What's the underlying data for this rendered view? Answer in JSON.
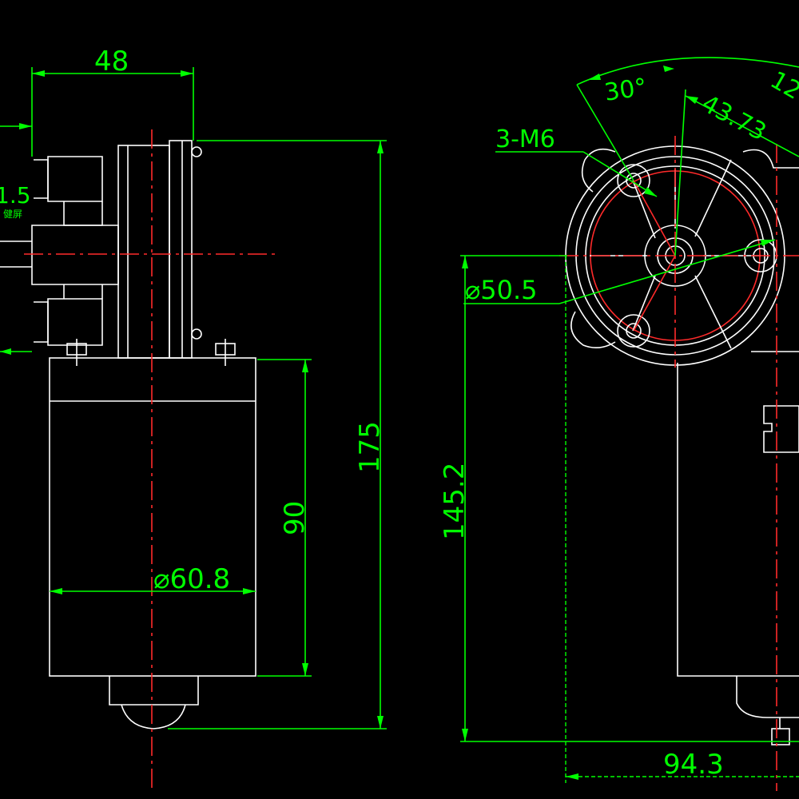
{
  "drawing": {
    "dim_width_top": "48",
    "dim_height_total": "175",
    "dim_motor_length": "90",
    "dim_motor_diameter": "⌀60.8",
    "dim_partial_left": "1.5",
    "dim_partial_left_note": "健屏",
    "dim_flange_diameter": "⌀50.5",
    "dim_height_right": "145.2",
    "dim_width_bottom": "94.3",
    "dim_angle": "30°",
    "dim_radius": "43.73",
    "dim_partial_top_right": "12",
    "callout_holes": "3-M6"
  },
  "colors": {
    "background": "#000000",
    "outline": "#ffffff",
    "dimension": "#00ff00",
    "centerline": "#ff2a2a"
  }
}
